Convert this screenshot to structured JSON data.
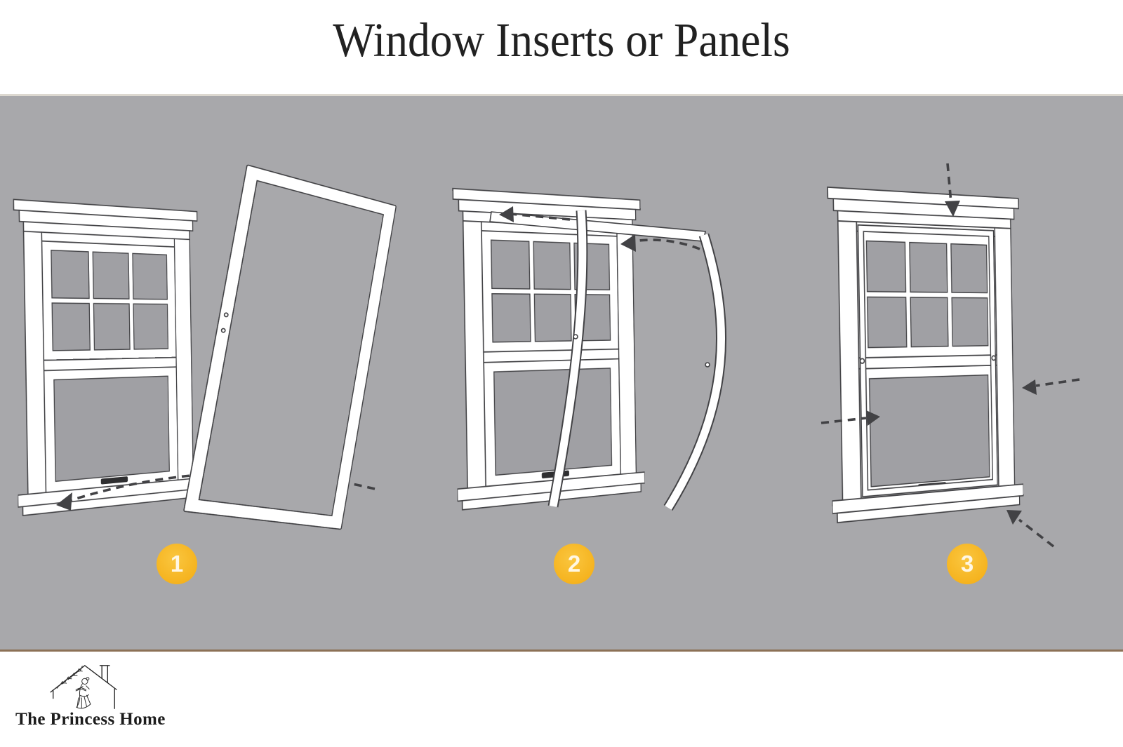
{
  "title": "Window Inserts or Panels",
  "steps": [
    {
      "number": "1",
      "icon": "window-with-leaning-insert-panel"
    },
    {
      "number": "2",
      "icon": "window-with-flexed-insert-panel"
    },
    {
      "number": "3",
      "icon": "window-with-insert-installed-arrows"
    }
  ],
  "logo": {
    "text": "The Princess Home",
    "icon": "house-with-reading-princess"
  },
  "colors": {
    "banner_bg": "#a8a8ab",
    "banner_top_line": "#dcd8d0",
    "banner_bottom_line": "#8c7156",
    "badge_fill": "#f5b21d",
    "badge_fill_light": "#fac63f",
    "badge_text": "#fff7e4",
    "line": "#424245",
    "glass": "#a0a0a4",
    "title_color": "#212121",
    "logo_color": "#1c1c1c"
  }
}
